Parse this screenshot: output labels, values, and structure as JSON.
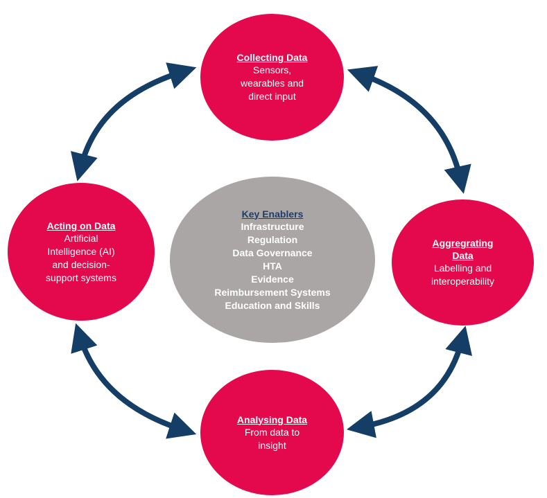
{
  "colors": {
    "node": "#e3094c",
    "center": "#aaa6a6",
    "arrow": "#153e66",
    "center_title": "#1c3e6c"
  },
  "collecting": {
    "title": "Collecting Data",
    "desc": [
      "Sensors,",
      "wearables and",
      "direct input"
    ]
  },
  "aggregating": {
    "title": [
      "Aggregrating",
      "Data"
    ],
    "desc": [
      "Labelling and",
      "interoperability"
    ]
  },
  "analysing": {
    "title": "Analysing Data",
    "desc": [
      "From data to",
      "insight"
    ]
  },
  "acting": {
    "title": "Acting on Data",
    "desc": [
      "Artificial",
      "Intelligence (AI)",
      "and decision-",
      "support systems"
    ]
  },
  "center": {
    "title": "Key Enablers",
    "items": [
      "Infrastructure",
      "Regulation",
      "Data Governance",
      "HTA",
      "Evidence",
      "Reimbursement Systems",
      "Education and Skills"
    ]
  }
}
